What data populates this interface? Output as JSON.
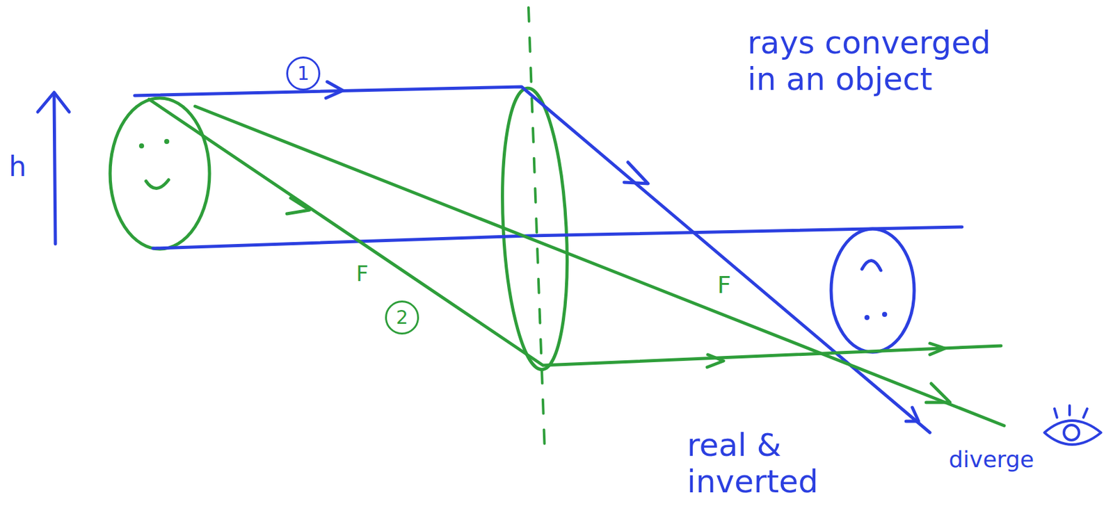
{
  "diagram": {
    "labels": [
      "h",
      "1",
      "rays converged in an object",
      "2",
      "F",
      "F",
      "real & inverted",
      "diverge"
    ]
  }
}
